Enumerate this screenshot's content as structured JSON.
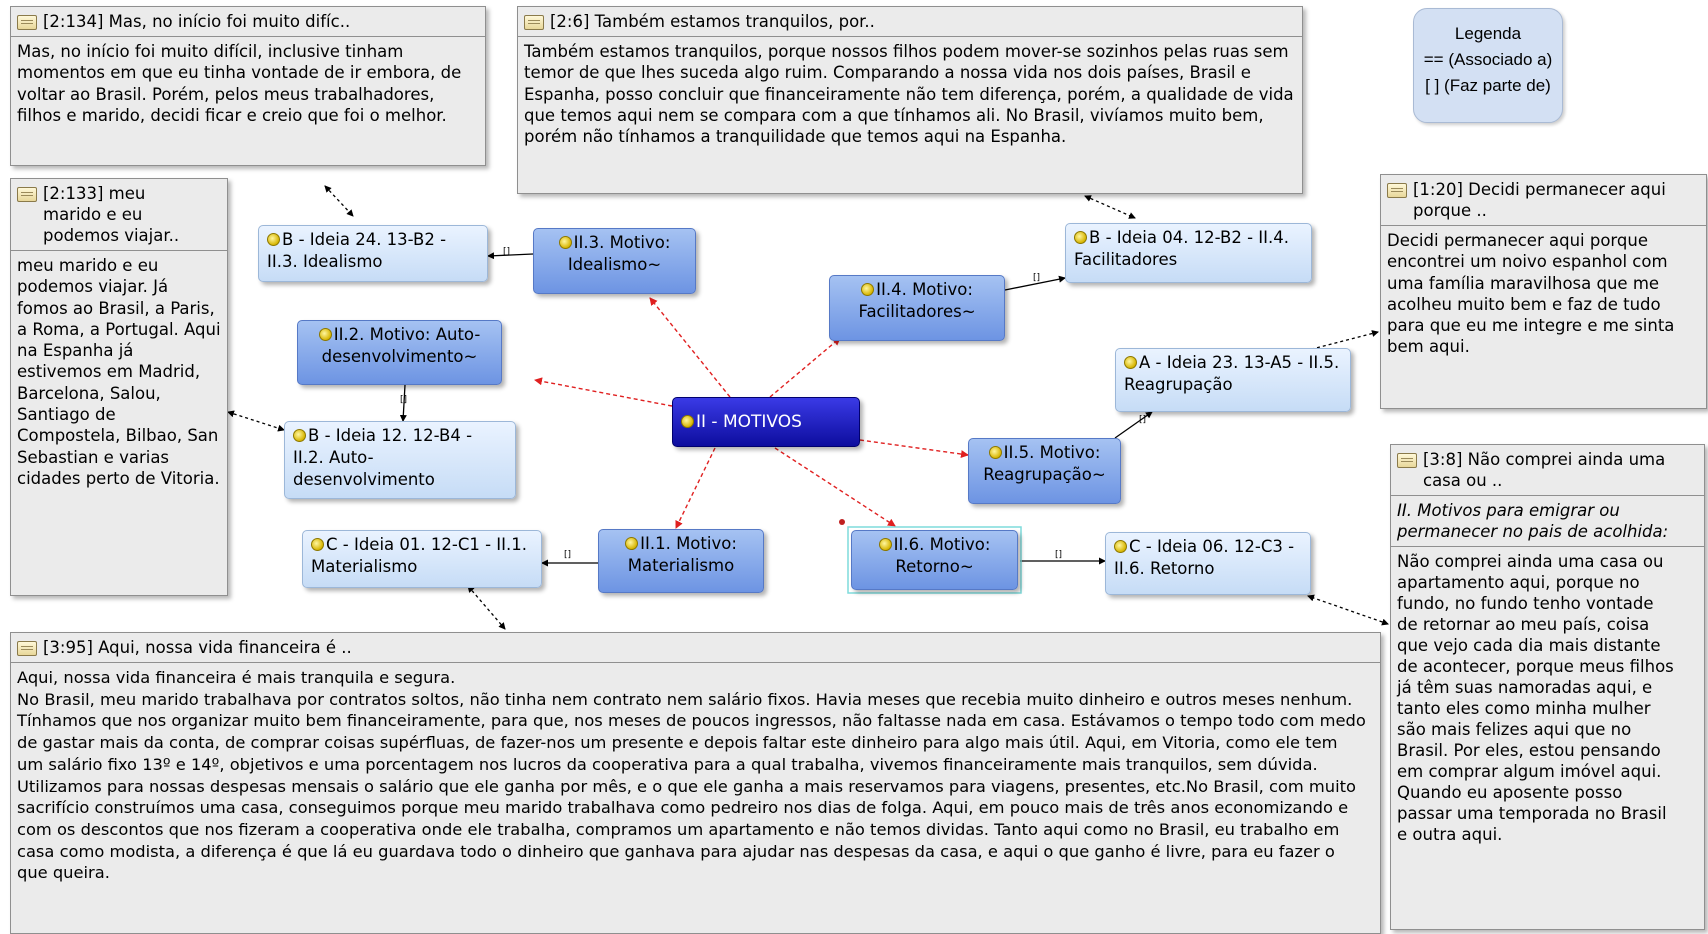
{
  "memos": {
    "m2_134": {
      "title": "[2:134] Mas, no início foi muito difíc..",
      "body": "Mas, no início foi muito difícil, inclusive tinham momentos em que eu tinha vontade de ir embora, de voltar ao Brasil. Porém, pelos meus trabalhadores,  filhos e marido, decidi ficar e creio que foi o melhor."
    },
    "m2_6": {
      "title": "[2:6] Também estamos tranquilos, por..",
      "body": "Também estamos tranquilos, porque nossos filhos podem mover-se sozinhos pelas ruas sem temor de que lhes suceda algo ruim. Comparando a nossa vida nos dois países, Brasil e Espanha, posso concluir que financeiramente não tem diferença, porém, a qualidade de vida que temos aqui nem se compara com a que tínhamos ali. No Brasil, vivíamos muito bem, porém não tínhamos a tranquilidade que temos aqui na Espanha."
    },
    "m2_133": {
      "title": "[2:133] meu marido e eu podemos viajar..",
      "body": "meu marido e eu podemos viajar. Já fomos ao Brasil, a Paris, a Roma, a Portugal. Aqui na Espanha já estivemos em Madrid, Barcelona, Salou, Santiago de Compostela, Bilbao, San Sebastian e varias cidades perto de Vitoria."
    },
    "m1_20": {
      "title": "[1:20] Decidi permanecer aqui porque ..",
      "body": "Decidi permanecer aqui porque encontrei um noivo espanhol com uma família maravilhosa que me acolheu muito bem e faz de tudo para que eu me integre e me sinta bem aqui."
    },
    "m3_8": {
      "title": "[3:8] Não comprei ainda uma casa ou ..",
      "subtitle": "II. Motivos para emigrar ou permanecer no pais de acolhida:",
      "body": "Não comprei ainda uma casa ou apartamento aqui, porque no fundo, no fundo tenho vontade de retornar ao meu país, coisa que vejo cada dia mais distante de acontecer, porque meus filhos já têm suas namoradas aqui, e tanto eles como minha mulher são mais felizes aqui que no Brasil. Por eles, estou pensando em comprar algum imóvel aqui. Quando eu aposente posso passar uma temporada no Brasil e outra aqui."
    },
    "m3_95": {
      "title": "[3:95] Aqui, nossa vida financeira é ..",
      "body": "Aqui, nossa vida financeira é mais tranquila e segura.\nNo Brasil, meu marido trabalhava por contratos soltos, não tinha nem contrato nem salário fixos. Havia meses que recebia muito dinheiro e outros meses nenhum. Tínhamos que nos organizar muito bem financeiramente, para que, nos meses de poucos ingressos, não faltasse nada em casa.  Estávamos o tempo todo com medo de gastar mais da conta, de comprar coisas supérfluas, de fazer-nos um presente e depois faltar este dinheiro para algo mais útil. Aqui, em Vitoria, como ele tem um salário fixo 13º e 14º, objetivos e uma porcentagem  nos lucros da cooperativa para a qual trabalha, vivemos financeiramente mais tranquilos, sem dúvida. Utilizamos para nossas despesas mensais o salário que ele ganha por mês, e o que ele ganha a mais reservamos para viagens, presentes, etc.No Brasil, com muito sacrifício construímos uma casa, conseguimos porque meu marido trabalhava como pedreiro nos dias de folga. Aqui, em pouco mais de três anos economizando e com os descontos que nos fizeram a cooperativa onde ele trabalha, compramos um apartamento e não temos dividas. Tanto aqui como no Brasil, eu trabalho em casa como modista, a diferença é que lá eu guardava todo o dinheiro que ganhava para ajudar nas despesas da casa, e aqui o que ganho é livre, para eu fazer o que queira."
    }
  },
  "codes": {
    "center": "II - MOTIVOS",
    "ii3": "II.3. Motivo: Idealismo~",
    "ii2": "II.2. Motivo: Auto-desenvolvimento~",
    "ii4": "II.4. Motivo: Facilitadores~",
    "ii5": "II.5. Motivo: Reagrupação~",
    "ii1": "II.1. Motivo: Materialismo",
    "ii6": "II.6. Motivo: Retorno~",
    "b24": "B - Ideia 24. 13-B2 - II.3. Idealismo",
    "b04": "B - Ideia 04. 12-B2 - II.4. Facilitadores",
    "a23": "A - Ideia 23. 13-A5 - II.5. Reagrupação",
    "b12": "B - Ideia 12. 12-B4 - II.2. Auto-desenvolvimento",
    "c01": "C - Ideia 01. 12-C1 - II.1. Materialismo",
    "c06": "C - Ideia 06. 12-C3 - II.6. Retorno"
  },
  "legend": {
    "title": "Legenda",
    "assoc": "== (Associado a)",
    "part": "[ ]  (Faz parte de)"
  },
  "edge_labels": {
    "part_of": "[]"
  },
  "colors": {
    "red_link": "#e02020",
    "black_link": "#000000"
  }
}
